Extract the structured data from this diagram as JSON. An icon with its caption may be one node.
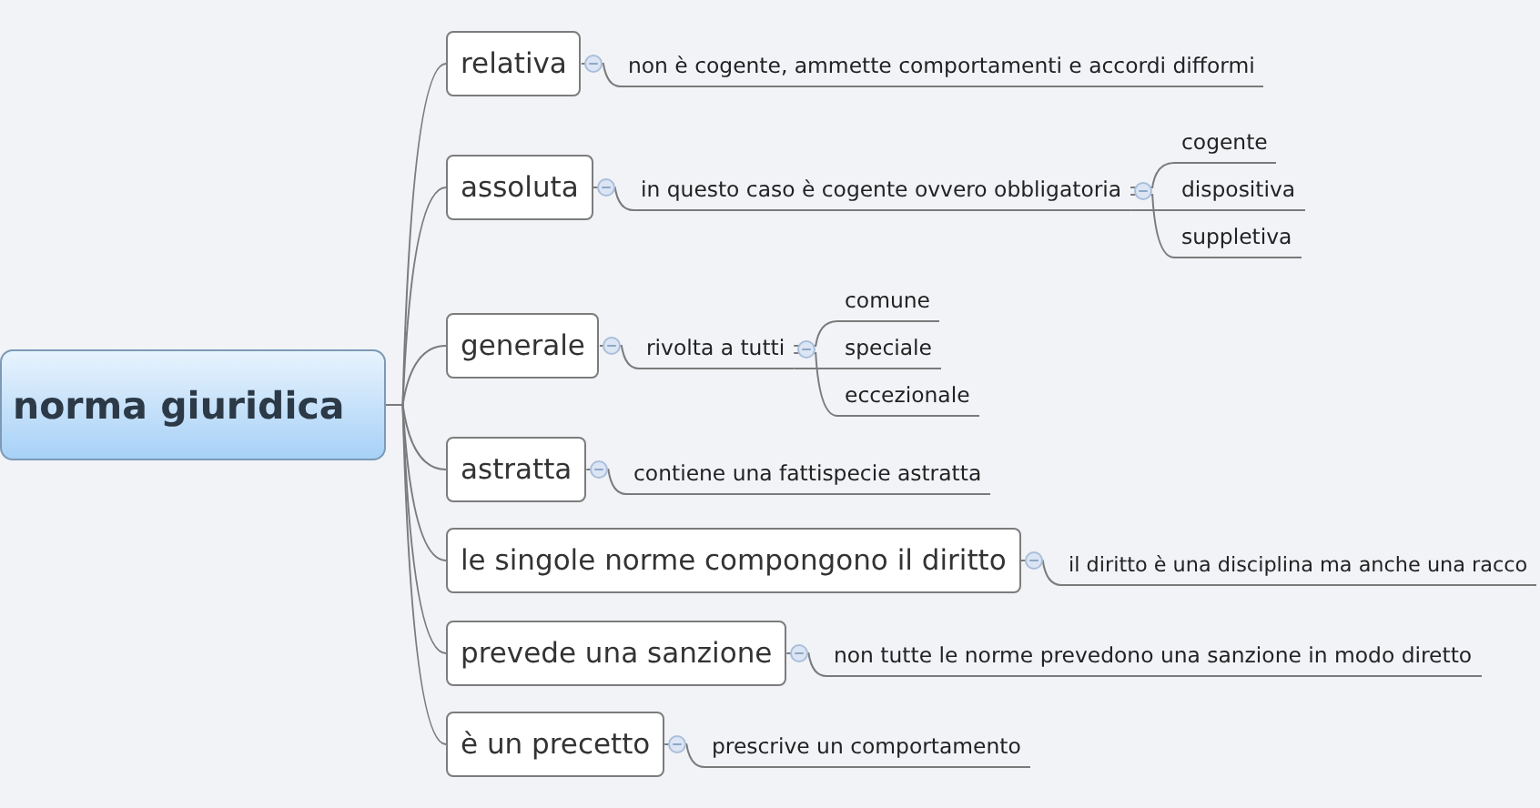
{
  "diagram": {
    "nodes": [
      {
        "text": [
          "norma giuridica"
        ]
      },
      {
        "text": [
          "relativa"
        ]
      },
      {
        "text": [
          "non è cogente, ammette comportamenti e accordi difformi"
        ]
      },
      {
        "text": [
          "assoluta"
        ]
      },
      {
        "text": [
          "in questo caso è cogente ovvero obbligatoria"
        ]
      },
      {
        "text": [
          "cogente"
        ]
      },
      {
        "text": [
          "dispositiva"
        ]
      },
      {
        "text": [
          "suppletiva"
        ]
      },
      {
        "text": [
          "generale"
        ]
      },
      {
        "text": [
          "rivolta a tutti"
        ]
      },
      {
        "text": [
          "comune"
        ]
      },
      {
        "text": [
          "speciale"
        ]
      },
      {
        "text": [
          "eccezionale"
        ]
      },
      {
        "text": [
          "astratta"
        ]
      },
      {
        "text": [
          "contiene una fattispecie astratta"
        ]
      },
      {
        "text": [
          "le singole norme compongono il diritto"
        ]
      },
      {
        "text": [
          "il diritto è una disciplina ma anche una racco"
        ]
      },
      {
        "text": [
          "prevede una sanzione"
        ]
      },
      {
        "text": [
          "non tutte le norme prevedono una sanzione in modo diretto"
        ]
      },
      {
        "text": [
          "è un precetto"
        ]
      },
      {
        "text": [
          "prescrive un comportamento"
        ]
      }
    ],
    "edges": [
      {
        "from": 0,
        "to": 1,
        "arrow": "none"
      },
      {
        "from": 0,
        "to": 3,
        "arrow": "none"
      },
      {
        "from": 0,
        "to": 8,
        "arrow": "none"
      },
      {
        "from": 0,
        "to": 13,
        "arrow": "none"
      },
      {
        "from": 0,
        "to": 15,
        "arrow": "none"
      },
      {
        "from": 0,
        "to": 17,
        "arrow": "none"
      },
      {
        "from": 0,
        "to": 19,
        "arrow": "none"
      },
      {
        "from": 1,
        "to": 2,
        "arrow": "none"
      },
      {
        "from": 3,
        "to": 4,
        "arrow": "none"
      },
      {
        "from": 4,
        "to": 5,
        "arrow": "none"
      },
      {
        "from": 4,
        "to": 6,
        "arrow": "none"
      },
      {
        "from": 4,
        "to": 7,
        "arrow": "none"
      },
      {
        "from": 8,
        "to": 9,
        "arrow": "none"
      },
      {
        "from": 9,
        "to": 10,
        "arrow": "none"
      },
      {
        "from": 9,
        "to": 11,
        "arrow": "none"
      },
      {
        "from": 9,
        "to": 12,
        "arrow": "none"
      },
      {
        "from": 13,
        "to": 14,
        "arrow": "none"
      },
      {
        "from": 15,
        "to": 16,
        "arrow": "none"
      },
      {
        "from": 17,
        "to": 18,
        "arrow": "none"
      },
      {
        "from": 19,
        "to": 20,
        "arrow": "none"
      }
    ]
  }
}
